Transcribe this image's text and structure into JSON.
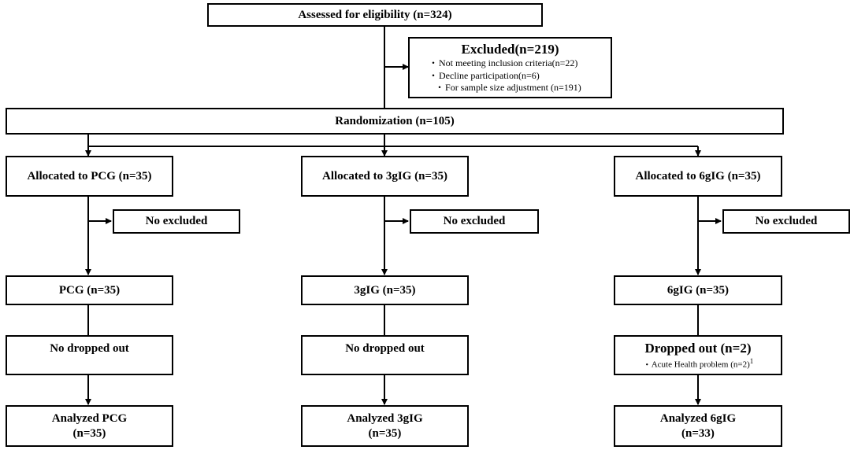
{
  "assessed": "Assessed for eligibility (n=324)",
  "excluded": {
    "title": "Excluded(n=219)",
    "items": [
      "Not meeting inclusion  criteria(n=22)",
      "Decline  participation(n=6)",
      "For sample size adjustment  (n=191)"
    ]
  },
  "randomization": "Randomization (n=105)",
  "arms": [
    {
      "allocated": "Allocated to PCG (n=35)",
      "no_excluded": "No excluded",
      "group": "PCG (n=35)",
      "dropped": "No dropped out",
      "dropped_note": "",
      "analyzed_line1": "Analyzed PCG",
      "analyzed_line2": "(n=35)"
    },
    {
      "allocated": "Allocated to 3gIG (n=35)",
      "no_excluded": "No excluded",
      "group": "3gIG (n=35)",
      "dropped": "No dropped out",
      "dropped_note": "",
      "analyzed_line1": "Analyzed 3gIG",
      "analyzed_line2": "(n=35)"
    },
    {
      "allocated": "Allocated to 6gIG (n=35)",
      "no_excluded": "No excluded",
      "group": "6gIG (n=35)",
      "dropped": "Dropped  out (n=2)",
      "dropped_note": "Acute Health  problem  (n=2)",
      "dropped_note_sup": "1",
      "analyzed_line1": "Analyzed 6gIG",
      "analyzed_line2": "(n=33)"
    }
  ]
}
